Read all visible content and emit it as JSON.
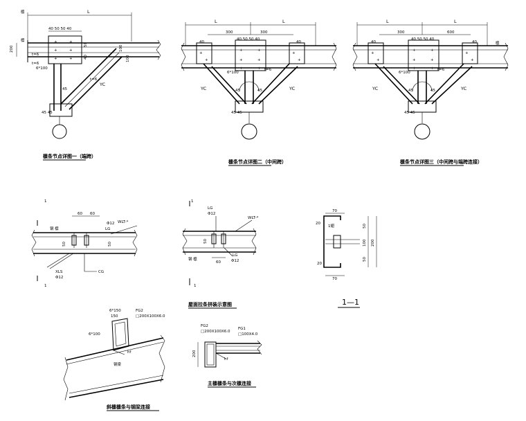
{
  "node1": {
    "label_top": "檩",
    "dim_L": "L",
    "dim_top": "40 50 50 40",
    "dim_height": "200",
    "label_t6": "t=6",
    "label_t6b": "t=6",
    "label_weld": "6*100",
    "label_yc": "YC",
    "label_45": "45",
    "label_45x": "45 45",
    "label_side": "檩",
    "dim_100a": "100",
    "dim_100b": "100",
    "dim_50": "50",
    "dim_40": "40",
    "title": "檩条节点详图一（端跨）"
  },
  "node2": {
    "dim_L_left": "L",
    "dim_L_right": "L",
    "dim_300a": "300",
    "dim_300b": "300",
    "dim_mid": "40 50 50 40",
    "dim_40a": "40",
    "dim_40b": "40",
    "label_weld": "6*100",
    "label_t6": "t=6",
    "label_yc_left": "YC",
    "label_yc_right": "YC",
    "label_45a": "45",
    "label_45b": "45",
    "label_45x": "45 45",
    "title": "檩条节点详图二（中间跨）"
  },
  "node3": {
    "dim_L_left": "L",
    "dim_L_right": "L",
    "dim_300": "300",
    "dim_600": "600",
    "dim_mid": "40 50 50 40",
    "dim_40a": "40",
    "dim_40b": "40",
    "label_weld": "6*100",
    "label_t6": "t=6",
    "label_yc_left": "YC",
    "label_yc_right": "YC",
    "label_side": "檩",
    "label_45a": "45",
    "label_45b": "45",
    "label_45x": "45 45",
    "title": "檩条节点详图三（中间跨与端跨连接）"
  },
  "tie1": {
    "section_top": "1",
    "section_bottom": "1",
    "dim_60a": "60",
    "dim_60b": "60",
    "label_d12": "Φ12",
    "label_lg": "LG",
    "label_wlt": "WLT-*",
    "label_xls": "XLS",
    "label_d12b": "Φ12",
    "label_cg": "CG",
    "label_steel": "钢 檩",
    "dim_50": "50",
    "dim_50b": "50"
  },
  "tie2": {
    "section_top": "1",
    "section_bottom": "1",
    "label_lg": "LG",
    "label_d12": "Φ12",
    "label_wlt": "WLT-*",
    "label_lg2": "LG",
    "label_d12b": "Φ12",
    "label_steel": "钢 檩",
    "dim_60": "60",
    "dim_50": "50",
    "title": "屋面拉条拼装示意图"
  },
  "section11": {
    "dim_70a": "70",
    "dim_70b": "70",
    "dim_50a": "50",
    "dim_100": "100",
    "dim_50b": "50",
    "dim_200": "200",
    "label_a": "20",
    "label_b": "20",
    "label_c": "1翅",
    "caption": "1—1"
  },
  "purlin_beam": {
    "label_weld_top": "6*150",
    "label_150": "150",
    "label_fg2": "FG2",
    "label_spec": "□200X100X6.0",
    "label_weld": "6*100",
    "label_beam": "钢梁",
    "label_hf": "hf",
    "title": "斜檩檩条与钢梁连接"
  },
  "main_sub": {
    "label_fg2": "FG2",
    "label_spec2": "□200X100X6.0",
    "label_fg1": "FG1",
    "label_spec1": "□100X4.0",
    "dim_200": "200",
    "label_hf": "hf",
    "title": "主檩檩条与次檩连接"
  }
}
